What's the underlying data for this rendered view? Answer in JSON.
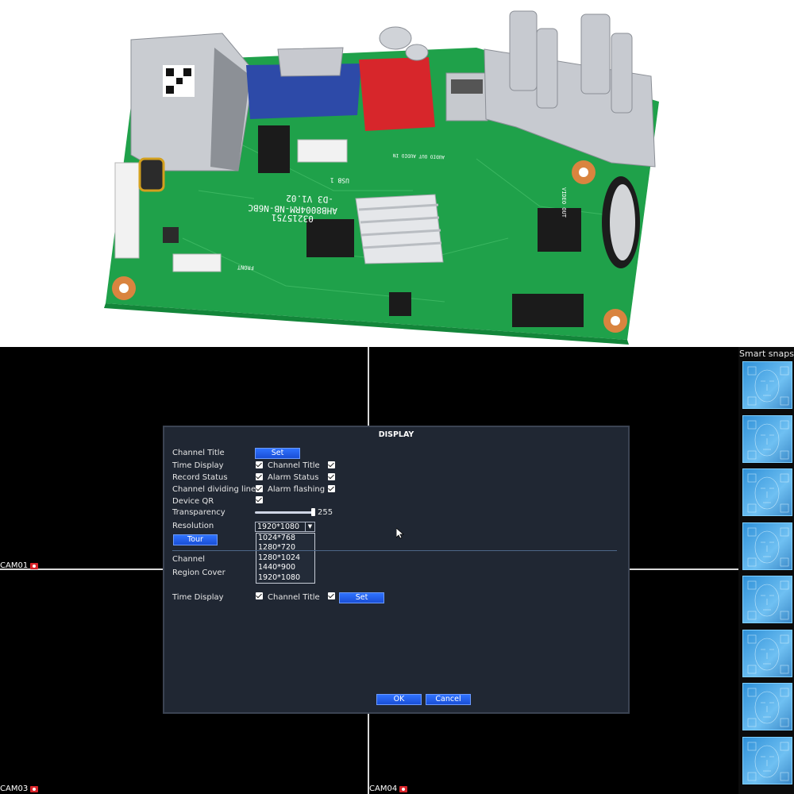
{
  "board": {
    "silk_model": "AHB8004RM-NB-N6BC",
    "silk_version": "-D3 V1.02",
    "silk_code": "03215751",
    "silk_usb": "USB 1",
    "silk_audio": "AUDIO OUT  AUDIO IN",
    "silk_video": "VIDEO OUT",
    "silk_front": "FRONT"
  },
  "screen": {
    "cameras": [
      {
        "label": "CAM01"
      },
      {
        "label": "CAM03"
      },
      {
        "label": "CAM04"
      }
    ],
    "snapshot_panel": {
      "title": "Smart snapsho",
      "count": 8
    }
  },
  "dialog": {
    "title": "DISPLAY",
    "channel_title_label": "Channel Title",
    "channel_title_set": "Set",
    "time_display_label": "Time Display",
    "time_display_right_label": "Channel Title",
    "record_status_label": "Record Status",
    "alarm_status_label": "Alarm Status",
    "channel_dividing_label": "Channel dividing line",
    "alarm_flashing_label": "Alarm flashing",
    "device_qr_label": "Device QR",
    "transparency_label": "Transparency",
    "transparency_value": "255",
    "transparency_level": 1.0,
    "resolution_label": "Resolution",
    "resolution_value": "1920*1080",
    "resolution_options": [
      "1024*768",
      "1280*720",
      "1280*1024",
      "1440*900",
      "1920*1080"
    ],
    "tour_button": "Tour",
    "channel_label": "Channel",
    "region_cover_label": "Region Cover",
    "time_display2_label": "Time Display",
    "channel_title2_label": "Channel Title",
    "set2_button": "Set",
    "ok_button": "OK",
    "cancel_button": "Cancel"
  }
}
